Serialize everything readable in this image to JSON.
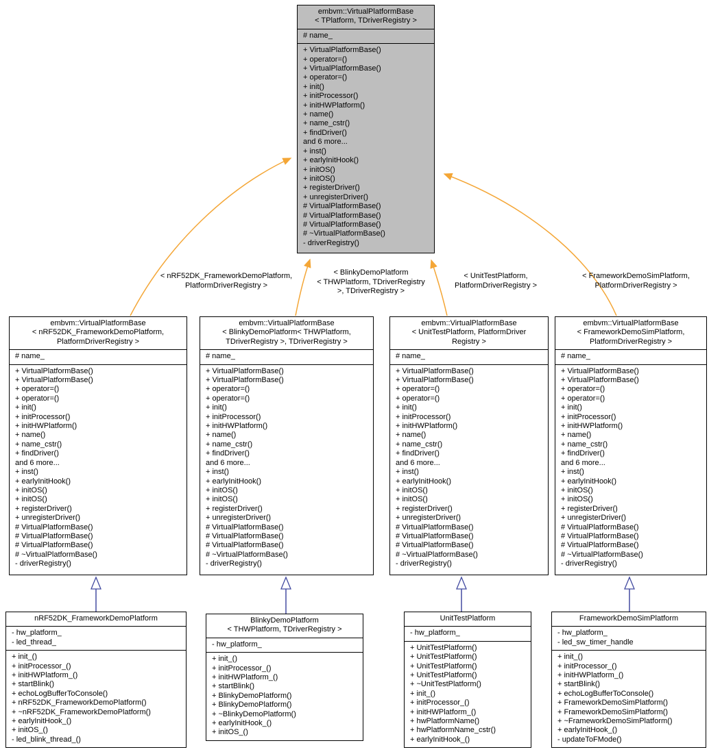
{
  "diagram": {
    "colors": {
      "root_fill": "#bebebe",
      "node_fill": "#ffffff",
      "border": "#000000",
      "template_arrow": "#f4a636",
      "inheritance_arrow": "#424aa0"
    },
    "root_class": {
      "title_lines": [
        "embvm::VirtualPlatformBase",
        "< TPlatform, TDriverRegistry >"
      ],
      "fields": [
        "# name_"
      ],
      "methods": [
        "+ VirtualPlatformBase()",
        "+ operator=()",
        "+ VirtualPlatformBase()",
        "+ operator=()",
        "+ init()",
        "+ initProcessor()",
        "+ initHWPlatform()",
        "+ name()",
        "+ name_cstr()",
        "+ findDriver()",
        "and 6 more...",
        "+ inst()",
        "+ earlyInitHook()",
        "+ initOS()",
        "+ initOS()",
        "+ registerDriver()",
        "+ unregisterDriver()",
        "# VirtualPlatformBase()",
        "# VirtualPlatformBase()",
        "# VirtualPlatformBase()",
        "# ~VirtualPlatformBase()",
        "- driverRegistry()"
      ]
    },
    "template_instances": [
      {
        "title_lines": [
          "embvm::VirtualPlatformBase",
          "< nRF52DK_FrameworkDemoPlatform,",
          "PlatformDriverRegistry >"
        ],
        "fields": [
          "# name_"
        ],
        "methods": [
          "+ VirtualPlatformBase()",
          "+ VirtualPlatformBase()",
          "+ operator=()",
          "+ operator=()",
          "+ init()",
          "+ initProcessor()",
          "+ initHWPlatform()",
          "+ name()",
          "+ name_cstr()",
          "+ findDriver()",
          "and 6 more...",
          "+ inst()",
          "+ earlyInitHook()",
          "+ initOS()",
          "+ initOS()",
          "+ registerDriver()",
          "+ unregisterDriver()",
          "# VirtualPlatformBase()",
          "# VirtualPlatformBase()",
          "# VirtualPlatformBase()",
          "# ~VirtualPlatformBase()",
          "- driverRegistry()"
        ]
      },
      {
        "title_lines": [
          "embvm::VirtualPlatformBase",
          "< BlinkyDemoPlatform< THWPlatform,",
          "TDriverRegistry >, TDriverRegistry >"
        ],
        "fields": [
          "# name_"
        ],
        "methods": [
          "+ VirtualPlatformBase()",
          "+ VirtualPlatformBase()",
          "+ operator=()",
          "+ operator=()",
          "+ init()",
          "+ initProcessor()",
          "+ initHWPlatform()",
          "+ name()",
          "+ name_cstr()",
          "+ findDriver()",
          "and 6 more...",
          "+ inst()",
          "+ earlyInitHook()",
          "+ initOS()",
          "+ initOS()",
          "+ registerDriver()",
          "+ unregisterDriver()",
          "# VirtualPlatformBase()",
          "# VirtualPlatformBase()",
          "# VirtualPlatformBase()",
          "# ~VirtualPlatformBase()",
          "- driverRegistry()"
        ]
      },
      {
        "title_lines": [
          "embvm::VirtualPlatformBase",
          "< UnitTestPlatform, PlatformDriver",
          "Registry >"
        ],
        "fields": [
          "# name_"
        ],
        "methods": [
          "+ VirtualPlatformBase()",
          "+ VirtualPlatformBase()",
          "+ operator=()",
          "+ operator=()",
          "+ init()",
          "+ initProcessor()",
          "+ initHWPlatform()",
          "+ name()",
          "+ name_cstr()",
          "+ findDriver()",
          "and 6 more...",
          "+ inst()",
          "+ earlyInitHook()",
          "+ initOS()",
          "+ initOS()",
          "+ registerDriver()",
          "+ unregisterDriver()",
          "# VirtualPlatformBase()",
          "# VirtualPlatformBase()",
          "# VirtualPlatformBase()",
          "# ~VirtualPlatformBase()",
          "- driverRegistry()"
        ]
      },
      {
        "title_lines": [
          "embvm::VirtualPlatformBase",
          "< FrameworkDemoSimPlatform,",
          "PlatformDriverRegistry >"
        ],
        "fields": [
          "# name_"
        ],
        "methods": [
          "+ VirtualPlatformBase()",
          "+ VirtualPlatformBase()",
          "+ operator=()",
          "+ operator=()",
          "+ init()",
          "+ initProcessor()",
          "+ initHWPlatform()",
          "+ name()",
          "+ name_cstr()",
          "+ findDriver()",
          "and 6 more...",
          "+ inst()",
          "+ earlyInitHook()",
          "+ initOS()",
          "+ initOS()",
          "+ registerDriver()",
          "+ unregisterDriver()",
          "# VirtualPlatformBase()",
          "# VirtualPlatformBase()",
          "# VirtualPlatformBase()",
          "# ~VirtualPlatformBase()",
          "- driverRegistry()"
        ]
      }
    ],
    "edge_labels": [
      {
        "lines": [
          "< nRF52DK_FrameworkDemoPlatform,",
          "PlatformDriverRegistry >"
        ]
      },
      {
        "lines": [
          "< BlinkyDemoPlatform",
          "< THWPlatform, TDriverRegistry",
          ">, TDriverRegistry >"
        ]
      },
      {
        "lines": [
          "< UnitTestPlatform,",
          "PlatformDriverRegistry >"
        ]
      },
      {
        "lines": [
          "< FrameworkDemoSimPlatform,",
          "PlatformDriverRegistry >"
        ]
      }
    ],
    "concrete_classes": [
      {
        "title_lines": [
          "nRF52DK_FrameworkDemoPlatform"
        ],
        "fields": [
          "- hw_platform_",
          "- led_thread_"
        ],
        "methods": [
          "+ init_()",
          "+ initProcessor_()",
          "+ initHWPlatform_()",
          "+ startBlink()",
          "+ echoLogBufferToConsole()",
          "+ nRF52DK_FrameworkDemoPlatform()",
          "+ ~nRF52DK_FrameworkDemoPlatform()",
          "+ earlyInitHook_()",
          "+ initOS_()",
          "- led_blink_thread_()"
        ]
      },
      {
        "title_lines": [
          "BlinkyDemoPlatform",
          "< THWPlatform, TDriverRegistry >"
        ],
        "fields": [
          "- hw_platform_"
        ],
        "methods": [
          "+ init_()",
          "+ initProcessor_()",
          "+ initHWPlatform_()",
          "+ startBlink()",
          "+ BlinkyDemoPlatform()",
          "+ BlinkyDemoPlatform()",
          "+ ~BlinkyDemoPlatform()",
          "+ earlyInitHook_()",
          "+ initOS_()"
        ]
      },
      {
        "title_lines": [
          "UnitTestPlatform"
        ],
        "fields": [
          "- hw_platform_"
        ],
        "methods": [
          "+ UnitTestPlatform()",
          "+ UnitTestPlatform()",
          "+ UnitTestPlatform()",
          "+ UnitTestPlatform()",
          "+ ~UnitTestPlatform()",
          "+ init_()",
          "+ initProcessor_()",
          "+ initHWPlatform_()",
          "+ hwPlatformName()",
          "+ hwPlatformName_cstr()",
          "+ earlyInitHook_()"
        ]
      },
      {
        "title_lines": [
          "FrameworkDemoSimPlatform"
        ],
        "fields": [
          "- hw_platform_",
          "- led_sw_timer_handle"
        ],
        "methods": [
          "+ init_()",
          "+ initProcessor_()",
          "+ initHWPlatform_()",
          "+ startBlink()",
          "+ echoLogBufferToConsole()",
          "+ FrameworkDemoSimPlatform()",
          "+ FrameworkDemoSimPlatform()",
          "+ ~FrameworkDemoSimPlatform()",
          "+ earlyInitHook_()",
          "- updateToFMode()"
        ]
      }
    ]
  }
}
